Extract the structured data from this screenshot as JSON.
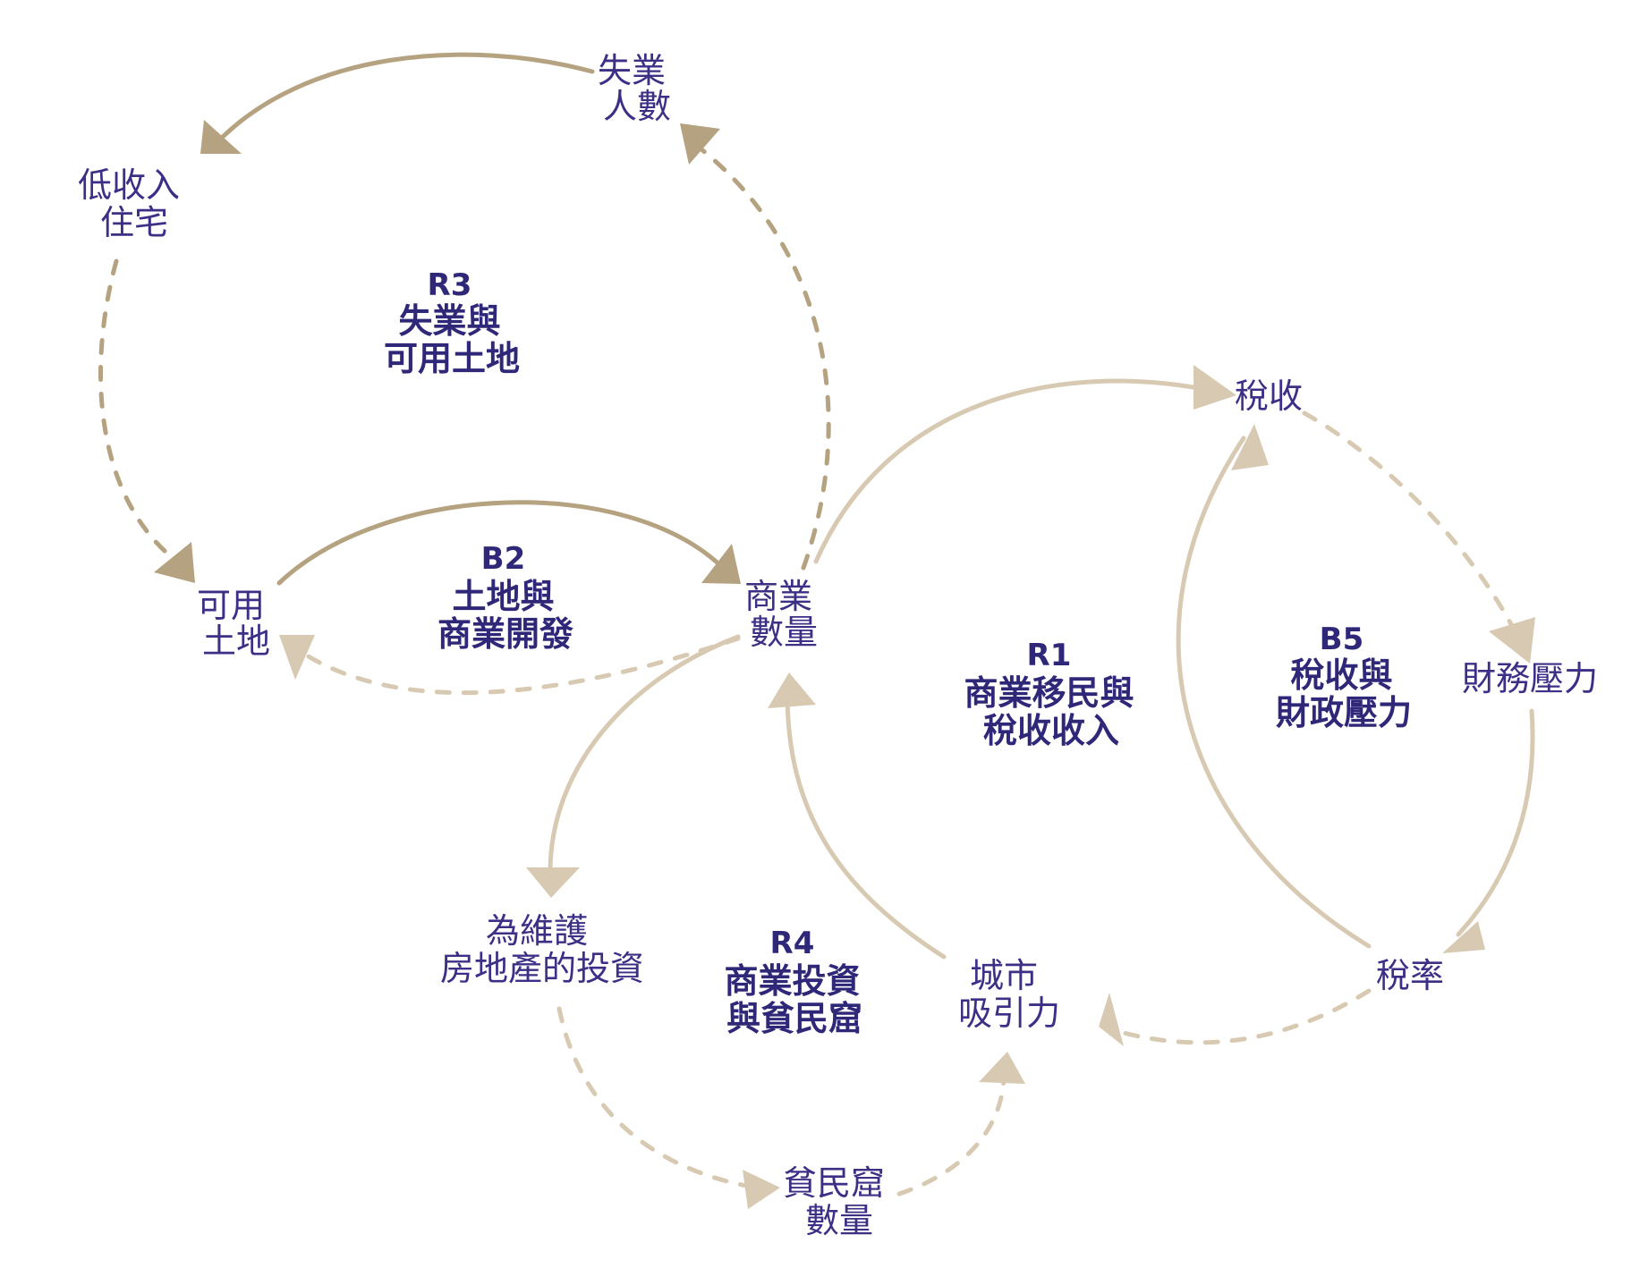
{
  "colors": {
    "strong_link": "#b5a280",
    "light_link": "#d8c9b2",
    "node_text": "#3b2f86",
    "loop_text": "#2f2778"
  },
  "nodes": {
    "unemployed": [
      "失業",
      "人數"
    ],
    "low_income_housing": [
      "低收入",
      "住宅"
    ],
    "available_land": [
      "可用",
      "土地"
    ],
    "business_count": [
      "商業",
      "數量"
    ],
    "tax_revenue": [
      "稅收"
    ],
    "financial_pressure": [
      "財務壓力"
    ],
    "tax_rate": [
      "稅率"
    ],
    "city_attraction": [
      "城市",
      "吸引力"
    ],
    "real_estate_investment": [
      "為維護",
      "房地產的投資"
    ],
    "slum_count": [
      "貧民窟",
      "數量"
    ]
  },
  "loops": {
    "r3": {
      "code": "R3",
      "lines": [
        "失業與",
        "可用土地"
      ]
    },
    "b2": {
      "code": "B2",
      "lines": [
        "土地與",
        "商業開發"
      ]
    },
    "r1": {
      "code": "R1",
      "lines": [
        "商業移民與",
        "稅收收入"
      ]
    },
    "b5": {
      "code": "B5",
      "lines": [
        "稅收與",
        "財政壓力"
      ]
    },
    "r4": {
      "code": "R4",
      "lines": [
        "商業投資",
        "與貧民窟"
      ]
    }
  },
  "links": [
    {
      "from": "unemployed",
      "to": "low_income_housing",
      "style": "solid",
      "tone": "strong"
    },
    {
      "from": "low_income_housing",
      "to": "available_land",
      "style": "dashed",
      "tone": "strong"
    },
    {
      "from": "available_land",
      "to": "business_count",
      "style": "solid",
      "tone": "strong"
    },
    {
      "from": "business_count",
      "to": "available_land",
      "style": "dashed",
      "tone": "light"
    },
    {
      "from": "business_count",
      "to": "unemployed",
      "style": "dashed",
      "tone": "strong"
    },
    {
      "from": "business_count",
      "to": "tax_revenue",
      "style": "solid",
      "tone": "light"
    },
    {
      "from": "tax_revenue",
      "to": "financial_pressure",
      "style": "dashed",
      "tone": "light"
    },
    {
      "from": "financial_pressure",
      "to": "tax_rate",
      "style": "solid",
      "tone": "light"
    },
    {
      "from": "tax_rate",
      "to": "tax_revenue",
      "style": "solid",
      "tone": "light"
    },
    {
      "from": "tax_rate",
      "to": "city_attraction",
      "style": "dashed",
      "tone": "light"
    },
    {
      "from": "city_attraction",
      "to": "business_count",
      "style": "solid",
      "tone": "light"
    },
    {
      "from": "business_count",
      "to": "real_estate_investment",
      "style": "solid",
      "tone": "light"
    },
    {
      "from": "real_estate_investment",
      "to": "slum_count",
      "style": "dashed",
      "tone": "light"
    },
    {
      "from": "slum_count",
      "to": "city_attraction",
      "style": "dashed",
      "tone": "light"
    }
  ]
}
